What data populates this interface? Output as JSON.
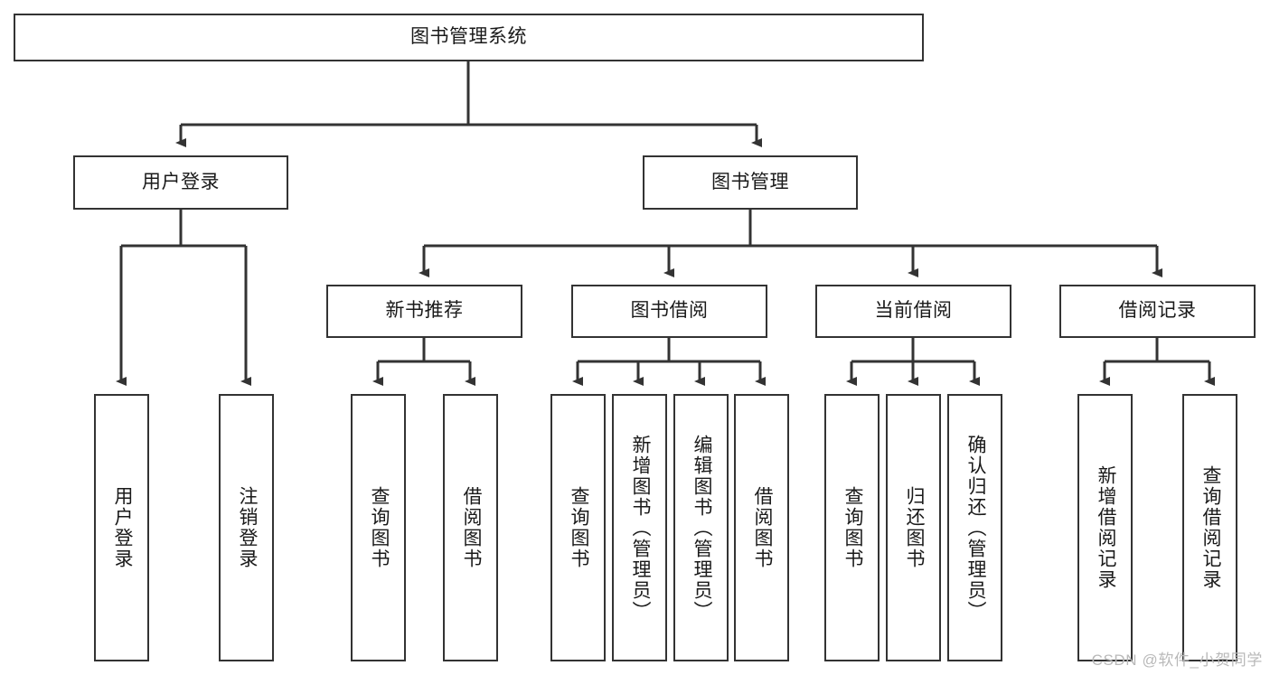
{
  "diagram": {
    "type": "tree-hierarchy-flowchart",
    "title": "图书管理系统",
    "colors": {
      "border": "#333333",
      "background": "#ffffff",
      "text": "#1a1a1a",
      "connector": "#333333",
      "watermark": "#b9b9b9"
    },
    "levels": {
      "level0": [
        {
          "id": "root",
          "label": "图书管理系统"
        }
      ],
      "level1": [
        {
          "id": "user-login",
          "label": "用户登录"
        },
        {
          "id": "book-management",
          "label": "图书管理"
        }
      ],
      "level2": [
        {
          "id": "new-book-recommend",
          "label": "新书推荐"
        },
        {
          "id": "book-borrow",
          "label": "图书借阅"
        },
        {
          "id": "current-borrow",
          "label": "当前借阅"
        },
        {
          "id": "borrow-record",
          "label": "借阅记录"
        }
      ],
      "level3": [
        {
          "id": "leaf-user-login",
          "label": "用户登录",
          "parent": "user-login"
        },
        {
          "id": "leaf-logout-login",
          "label": "注销登录",
          "parent": "user-login"
        },
        {
          "id": "leaf-query-book-1",
          "label": "查询图书",
          "parent": "new-book-recommend"
        },
        {
          "id": "leaf-borrow-book-1",
          "label": "借阅图书",
          "parent": "new-book-recommend"
        },
        {
          "id": "leaf-query-book-2",
          "label": "查询图书",
          "parent": "book-borrow"
        },
        {
          "id": "leaf-add-book",
          "label": "新增图书（管理员）",
          "parent": "book-borrow"
        },
        {
          "id": "leaf-edit-book",
          "label": "编辑图书（管理员）",
          "parent": "book-borrow"
        },
        {
          "id": "leaf-borrow-book-2",
          "label": "借阅图书",
          "parent": "book-borrow"
        },
        {
          "id": "leaf-query-book-3",
          "label": "查询图书",
          "parent": "current-borrow"
        },
        {
          "id": "leaf-return-book",
          "label": "归还图书",
          "parent": "current-borrow"
        },
        {
          "id": "leaf-confirm-return",
          "label": "确认归还（管理员）",
          "parent": "current-borrow"
        },
        {
          "id": "leaf-add-record",
          "label": "新增借阅记录",
          "parent": "borrow-record"
        },
        {
          "id": "leaf-query-record",
          "label": "查询借阅记录",
          "parent": "borrow-record"
        }
      ]
    }
  },
  "watermark": {
    "text": "CSDN @软件_小贺同学"
  }
}
